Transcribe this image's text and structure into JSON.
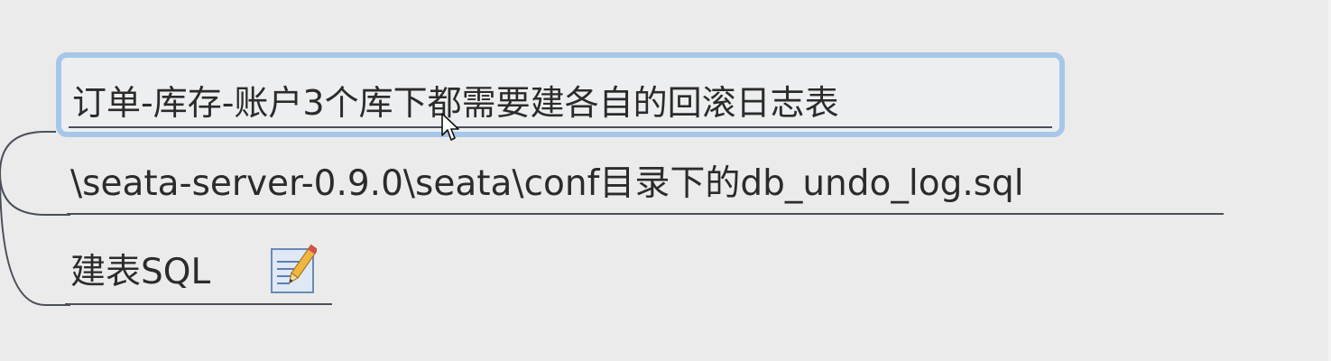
{
  "mindmap": {
    "nodes": [
      {
        "label": "订单-库存-账户3个库下都需要建各自的回滚日志表",
        "selected": true
      },
      {
        "label": "\\seata-server-0.9.0\\seata\\conf目录下的db_undo_log.sql"
      },
      {
        "label": "建表SQL",
        "icon": "note-icon"
      }
    ]
  },
  "colors": {
    "background": "#ebebeb",
    "selection_border": "#a7c7e8",
    "line": "#4a4f5a",
    "text": "#2b2b2b"
  }
}
